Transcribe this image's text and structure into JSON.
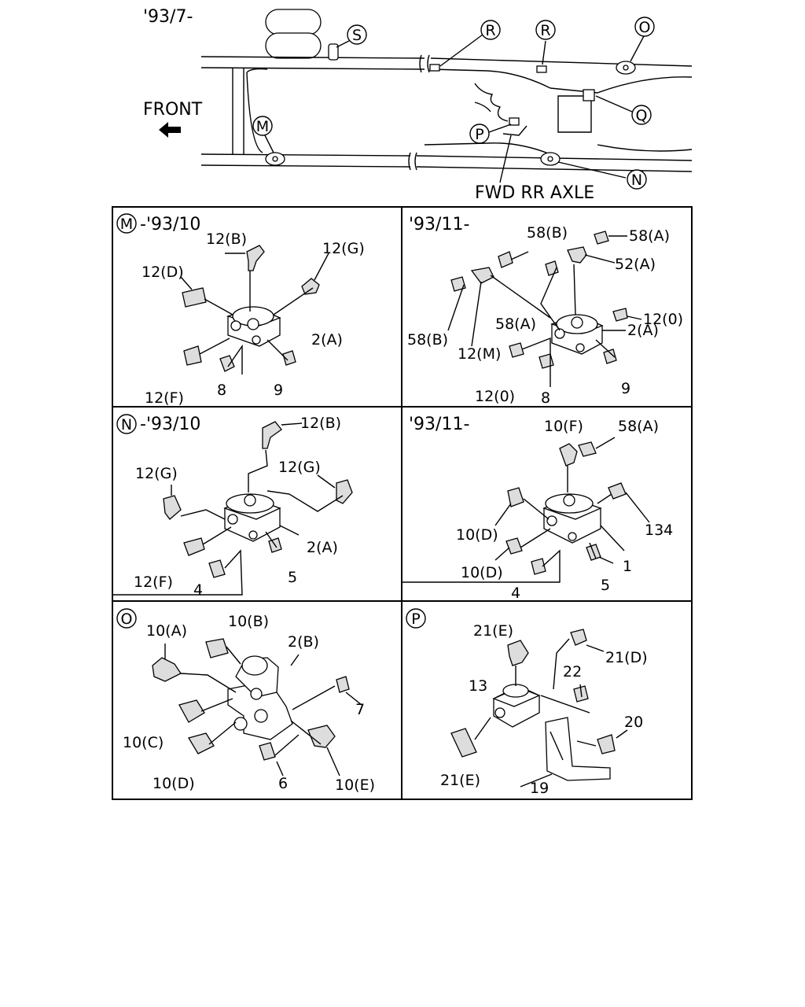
{
  "overview": {
    "date_range": "'93/7-",
    "front_label": "FRONT",
    "axle_label": "FWD RR AXLE",
    "markers": [
      "S",
      "R",
      "R",
      "O",
      "Q",
      "P",
      "M",
      "N"
    ]
  },
  "panels": [
    {
      "circle": "M",
      "title": "-'93/10",
      "labels": [
        "12(B)",
        "12(G)",
        "12(D)",
        "2(A)",
        "12(F)",
        "8",
        "9"
      ]
    },
    {
      "circle": "",
      "title": "'93/11-",
      "labels": [
        "58(B)",
        "58(A)",
        "52(A)",
        "12(0)",
        "58(A)",
        "2(A)",
        "58(B)",
        "12(M)",
        "12(0)",
        "8",
        "9"
      ]
    },
    {
      "circle": "N",
      "title": "-'93/10",
      "labels": [
        "12(B)",
        "12(G)",
        "12(G)",
        "2(A)",
        "12(F)",
        "4",
        "5"
      ]
    },
    {
      "circle": "",
      "title": "'93/11-",
      "labels": [
        "10(F)",
        "58(A)",
        "134",
        "10(D)",
        "1",
        "10(D)",
        "4",
        "5"
      ]
    },
    {
      "circle": "O",
      "title": "",
      "labels": [
        "10(A)",
        "10(B)",
        "2(B)",
        "7",
        "10(C)",
        "10(D)",
        "6",
        "10(E)"
      ]
    },
    {
      "circle": "P",
      "title": "",
      "labels": [
        "21(E)",
        "21(D)",
        "22",
        "13",
        "20",
        "21(E)",
        "19"
      ]
    }
  ]
}
